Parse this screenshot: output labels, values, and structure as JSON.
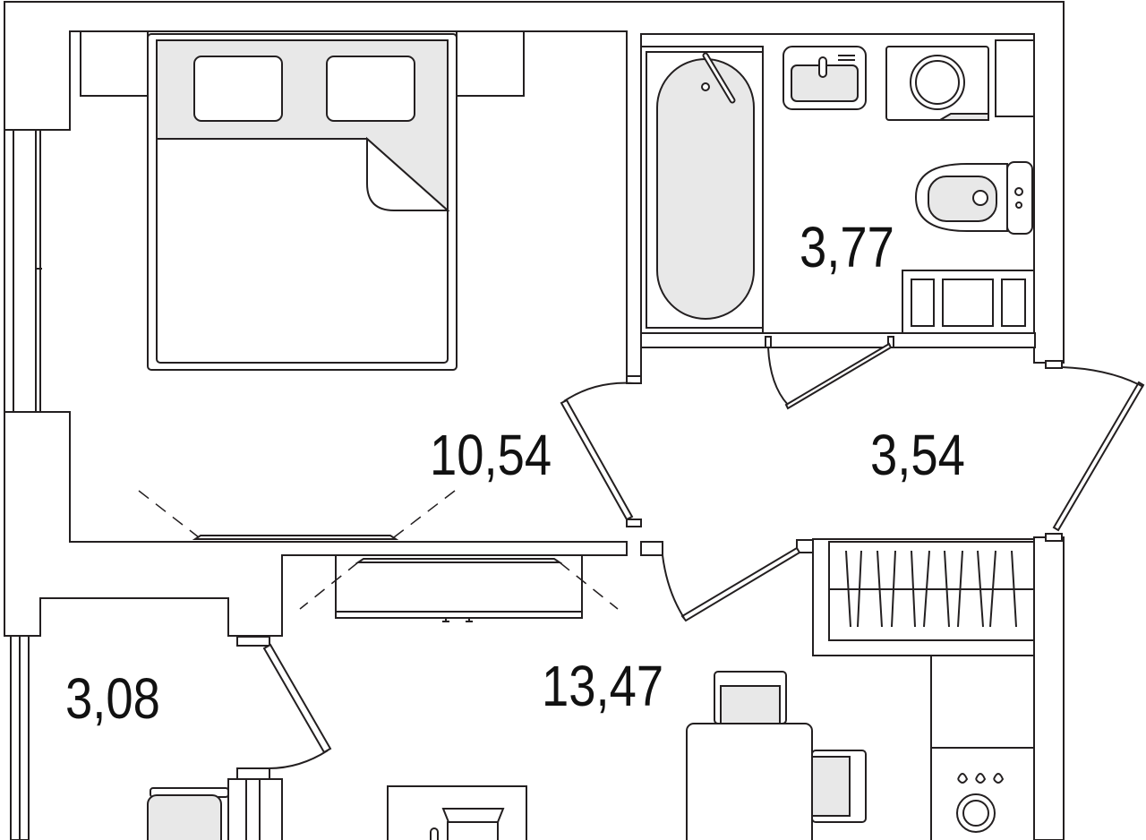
{
  "plan": {
    "rooms": [
      {
        "id": "bedroom",
        "area": "10,54"
      },
      {
        "id": "bathroom",
        "area": "3,77"
      },
      {
        "id": "hallway",
        "area": "3,54"
      },
      {
        "id": "kitchen-living",
        "area": "13,47"
      },
      {
        "id": "loggia",
        "area": "3,08"
      }
    ],
    "colors": {
      "line": "#231f20",
      "fixture_fill": "#e8e8e8",
      "background": "#ffffff"
    }
  }
}
